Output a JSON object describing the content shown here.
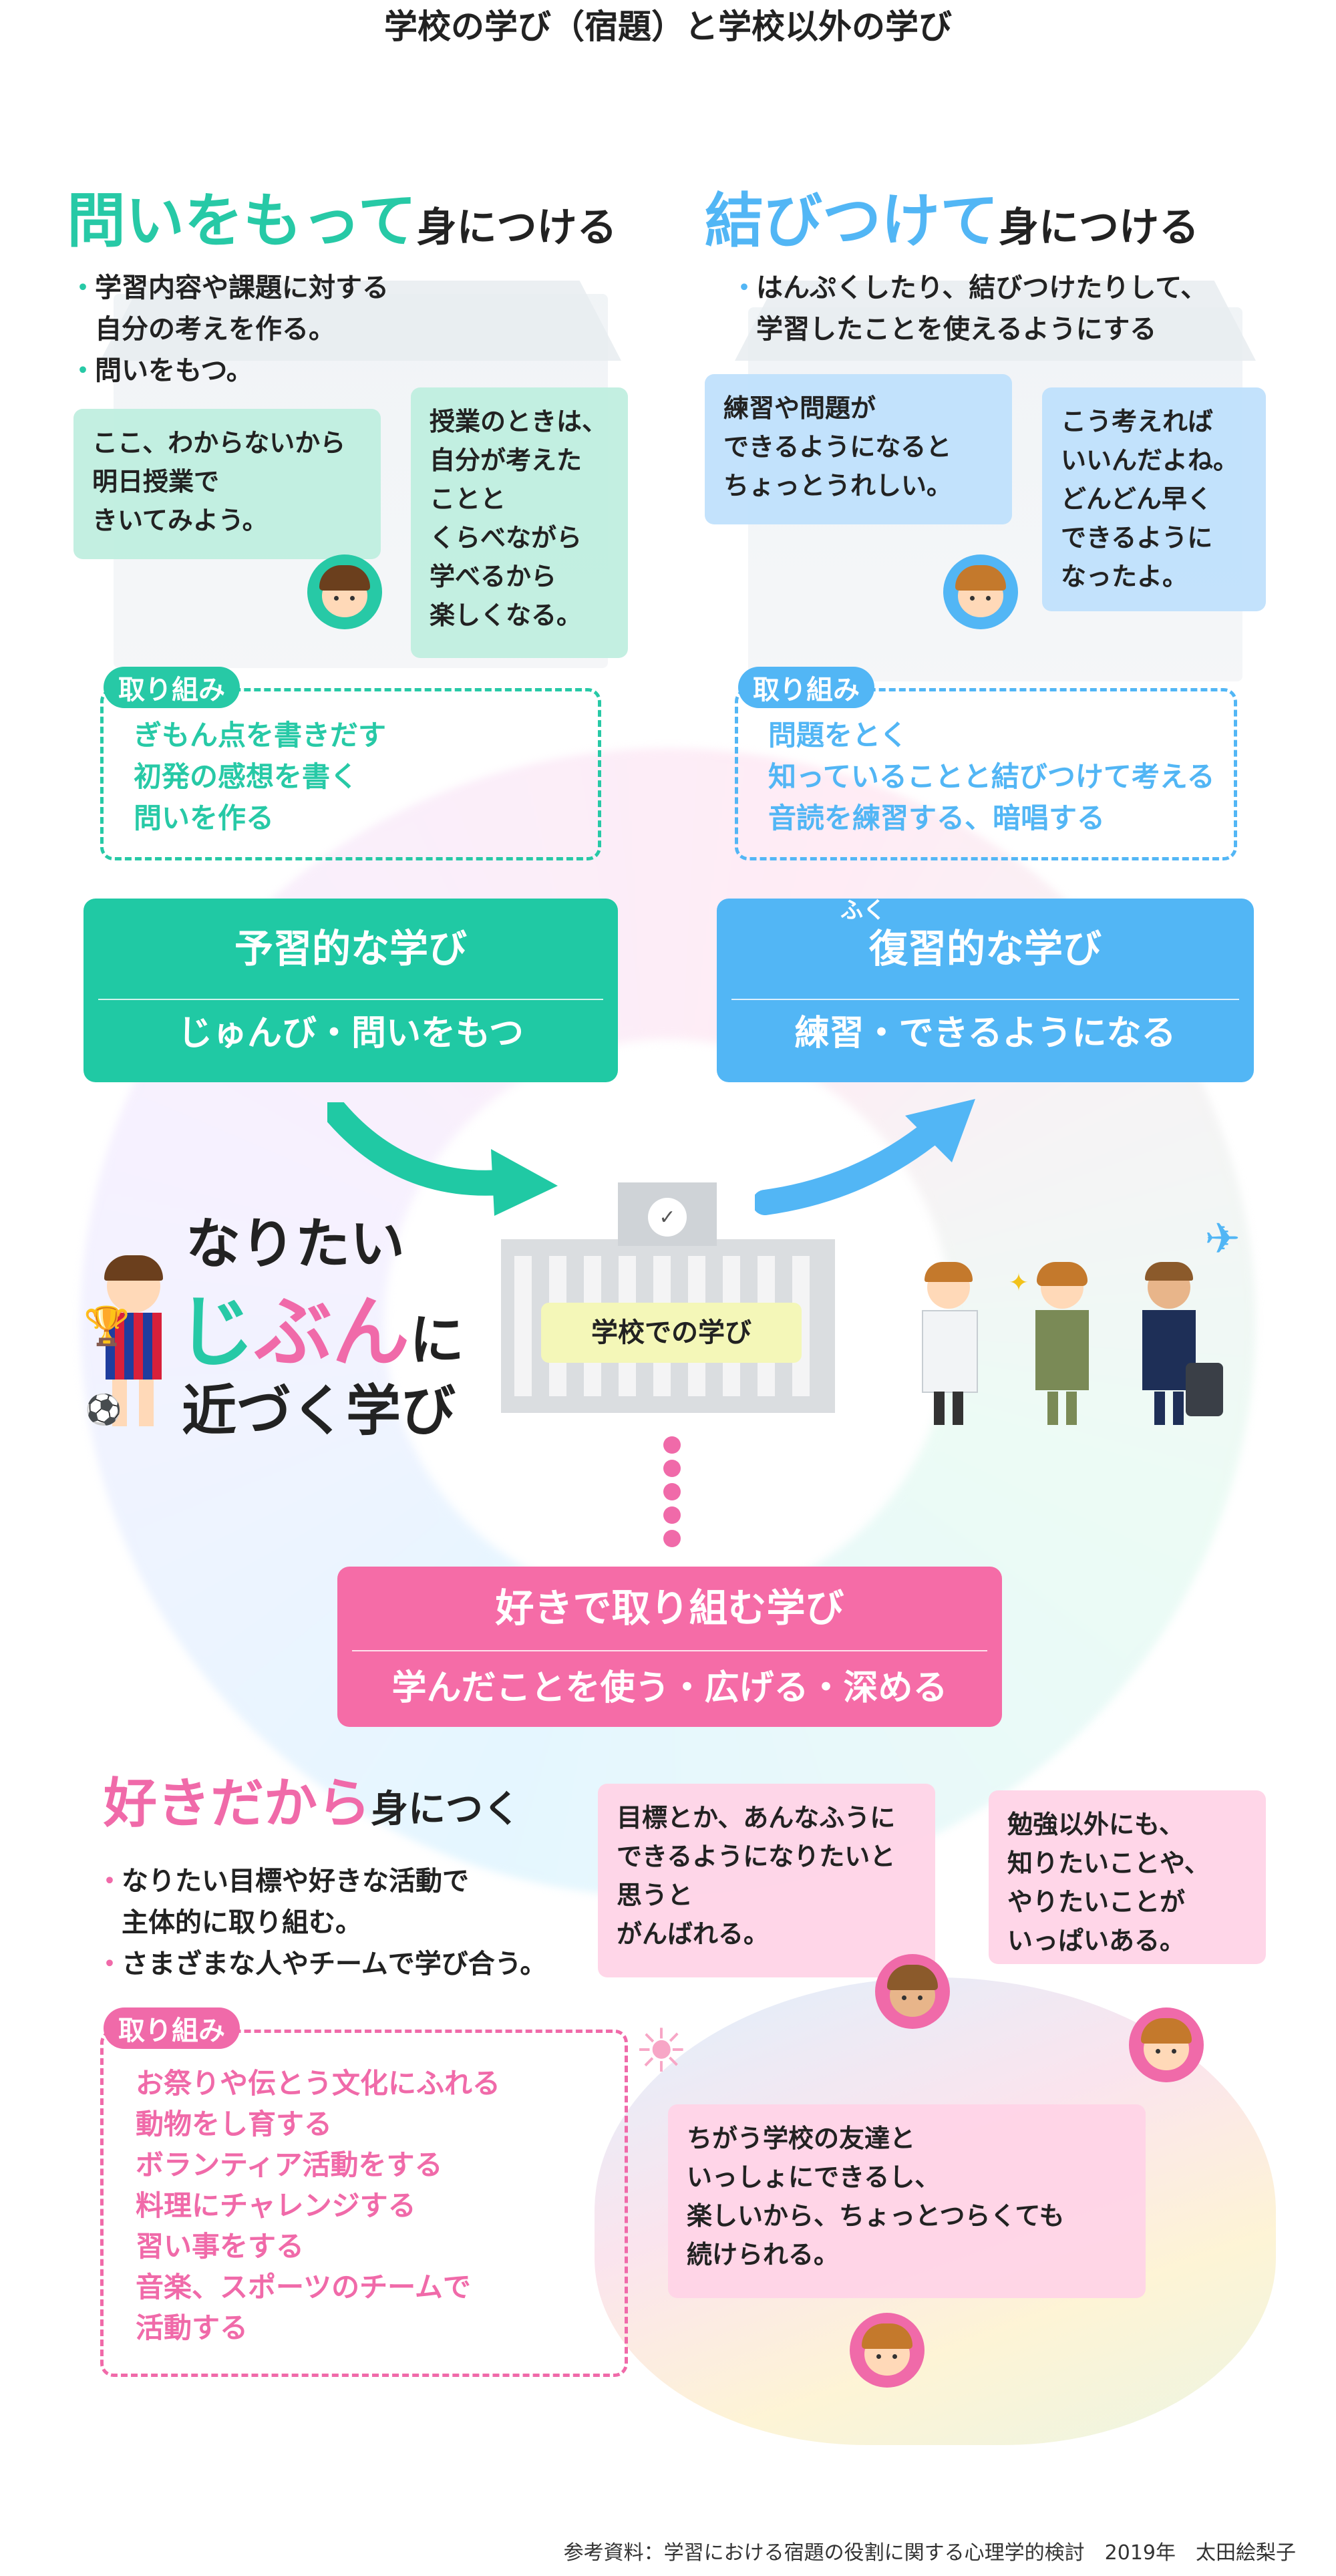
{
  "page_title": "学校の学び（宿題）と学校以外の学び",
  "left_section": {
    "title_colored": "問いをもって",
    "title_rest": "身につける",
    "bullets": [
      "学習内容や課題に対する\n自分の考えを作る。",
      "問いをもつ。"
    ],
    "bubble_1": "ここ、わからないから\n明日授業で\nきいてみよう。",
    "bubble_2": "授業のときは、\n自分が考えた\nことと\nくらべながら\n学べるから\n楽しくなる。",
    "label": "取り組み",
    "items": [
      "ぎもん点を書きだす",
      "初発の感想を書く",
      "問いを作る"
    ],
    "card_title": "予習的な学び",
    "card_sub": "じゅんび・問いをもつ"
  },
  "right_section": {
    "title_colored": "結びつけて",
    "title_rest": "身につける",
    "bullets": [
      "はんぷくしたり、結びつけたりして、\n学習したことを使えるようにする"
    ],
    "bubble_1": "練習や問題が\nできるようになると\nちょっとうれしい。",
    "bubble_2": "こう考えれば\nいいんだよね。\nどんどん早く\nできるように\nなったよ。",
    "label": "取り組み",
    "items": [
      "問題をとく",
      "知っていることと結びつけて考える",
      "音読を練習する、暗唱する"
    ],
    "card_ruby": "ふく",
    "card_title": "復習的な学び",
    "card_sub": "練習・できるようになる"
  },
  "center": {
    "line1": "なりたい",
    "line2_a": "じ",
    "line2_b": "ぶん",
    "line2_c": "に",
    "line3": "近づく学び",
    "school_label": "学校での学び"
  },
  "bottom_section": {
    "card_title": "好きで取り組む学び",
    "card_sub": "学んだことを使う・広げる・深める",
    "title_colored": "好きだから",
    "title_rest": "身につく",
    "bullets": [
      "なりたい目標や好きな活動で\n主体的に取り組む。",
      "さまざまな人やチームで学び合う。"
    ],
    "bubble_1": "目標とか、あんなふうに\nできるようになりたいと\n思うと\nがんばれる。",
    "bubble_2": "勉強以外にも、\n知りたいことや、\nやりたいことが\nいっぱいある。",
    "bubble_3": "ちがう学校の友達と\nいっしょにできるし、\n楽しいから、ちょっとつらくても\n続けられる。",
    "label": "取り組み",
    "items": [
      "お祭りや伝とう文化にふれる",
      "動物をし育する",
      "ボランティア活動をする",
      "料理にチャレンジする",
      "習い事をする",
      "音楽、スポーツのチームで",
      "活動する"
    ]
  },
  "footer": "参考資料：学習における宿題の役割に関する心理学的検討　2019年　太田絵梨子",
  "colors": {
    "green": "#27c9a6",
    "blue": "#52b6f5",
    "pink": "#f06aa9",
    "school_label_bg": "#f4f7b8"
  }
}
